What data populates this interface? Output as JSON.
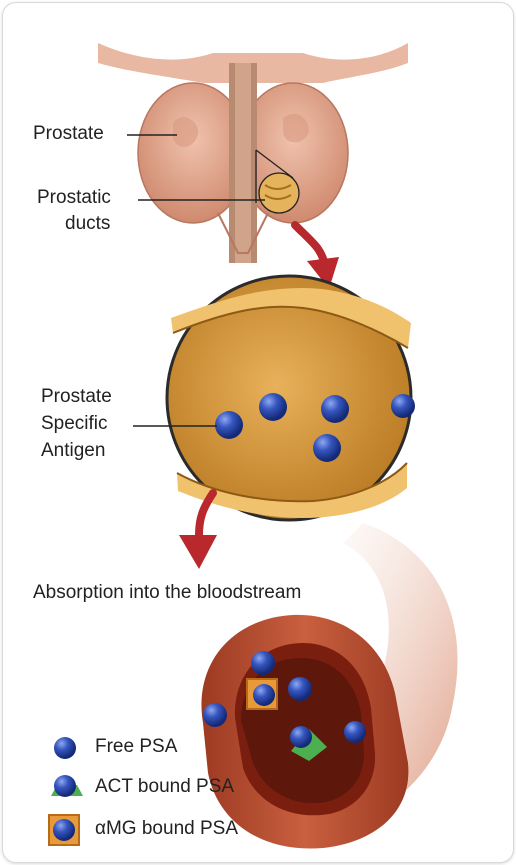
{
  "labels": {
    "prostate": "Prostate",
    "prostatic_ducts_line1": "Prostatic",
    "prostatic_ducts_line2": "ducts",
    "psa_line1": "Prostate",
    "psa_line2": "Specific",
    "psa_line3": "Antigen",
    "absorption": "Absorption into the bloodstream"
  },
  "legend": [
    {
      "icon": "free-psa-icon",
      "label": "Free PSA"
    },
    {
      "icon": "act-bound-psa-icon",
      "label": "ACT bound PSA"
    },
    {
      "icon": "amg-bound-psa-icon",
      "label": "αMG bound PSA"
    }
  ],
  "colors": {
    "prostate_tissue": "#e3a88f",
    "duct_gold": "#d7a24a",
    "vessel_red": "#b8472c",
    "psa_blue": "#2f52b5",
    "act_green": "#4caf50",
    "amg_orange": "#e89a3a",
    "arrow_red": "#b9282d"
  }
}
